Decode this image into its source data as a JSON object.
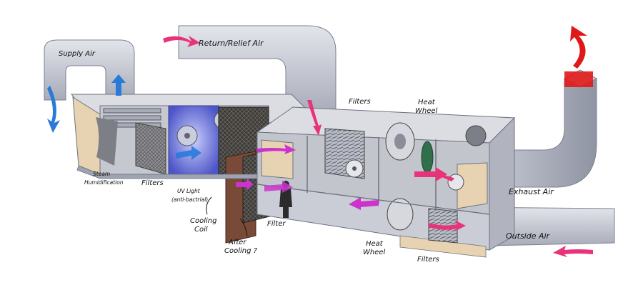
{
  "labels": {
    "supply_air": "Supply Air",
    "return_relief_air": "Return/Relief Air",
    "filters_top": "Filters",
    "heat_wheel_top_1": "Heat",
    "heat_wheel_top_2": "Wheel",
    "steam_1": "Steam",
    "steam_2": "Humidification",
    "filters_left": "Filters",
    "uv_light_1": "UV Light",
    "uv_light_2": "(anti-bactrial)",
    "cooling_coil_1": "Cooling",
    "cooling_coil_2": "Coil",
    "after_cooling_1": "After",
    "after_cooling_2": "Cooling ?",
    "filter_mid": "Filter",
    "heat_wheel_bottom_1": "Heat",
    "heat_wheel_bottom_2": "Wheel",
    "filters_bottom": "Filters",
    "exhaust_air": "Exhaust Air",
    "outside_air": "Outside Air"
  },
  "colors": {
    "duct": "#c9ccd6",
    "duct_shadow": "#9ea3b1",
    "housing_top": "#dcdde2",
    "housing_side": "#b9bbc4",
    "panel_beige": "#e7d2b1",
    "coil_dark": "#3a3835",
    "uv_glow": "#6f79e8",
    "arrow_pink": "#e8327a",
    "arrow_magenta": "#cc33cc",
    "arrow_blue": "#2a7ad8",
    "exhaust_red": "#e01818",
    "after_coil": "#7a4a38"
  }
}
